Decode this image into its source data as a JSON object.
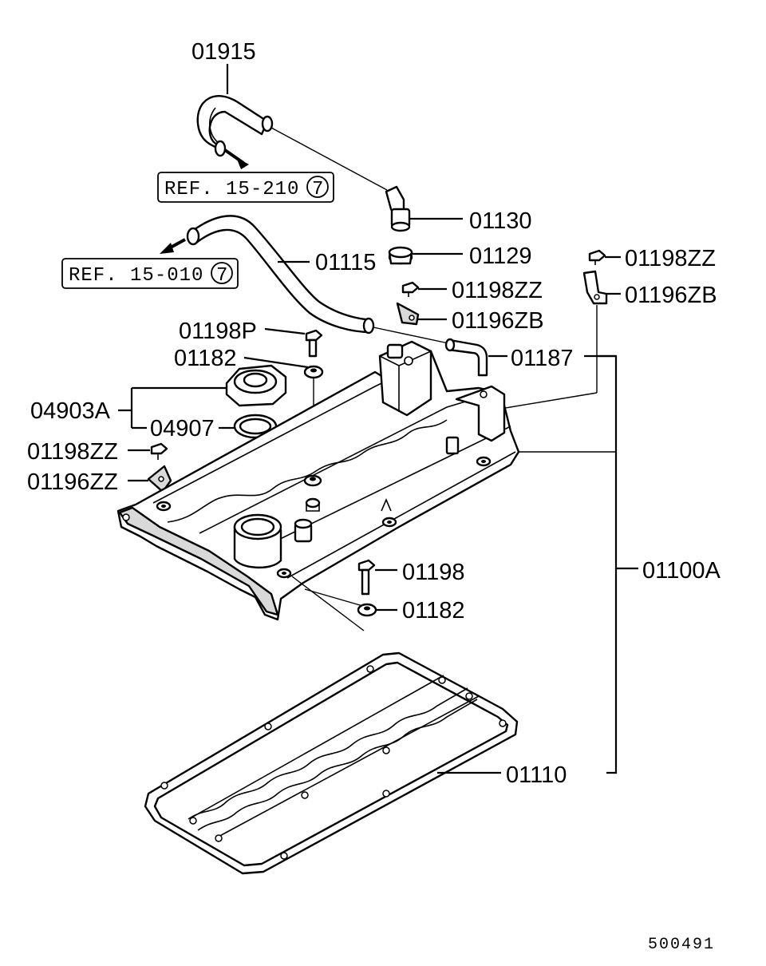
{
  "diagram_code": "500491",
  "refs": {
    "ref1": {
      "text": "REF. 15-210",
      "circle": "7"
    },
    "ref2": {
      "text": "REF. 15-010",
      "circle": "7"
    }
  },
  "callouts": {
    "c01915": "01915",
    "c01130": "01130",
    "c01129": "01129",
    "c01115": "01115",
    "c01198zz_r": "01198ZZ",
    "c01196zb_r": "01196ZB",
    "c01198zz_m": "01198ZZ",
    "c01196zb_m": "01196ZB",
    "c01198p": "01198P",
    "c01182_t": "01182",
    "c01187": "01187",
    "c04903a": "04903A",
    "c04907": "04907",
    "c01198zz_l": "01198ZZ",
    "c01196zz_l": "01196ZZ",
    "c01198": "01198",
    "c01182_b": "01182",
    "c01100a": "01100A",
    "c01110": "01110"
  },
  "colors": {
    "ink": "#000000",
    "paper": "#ffffff",
    "shade": "#d9d9d9"
  }
}
